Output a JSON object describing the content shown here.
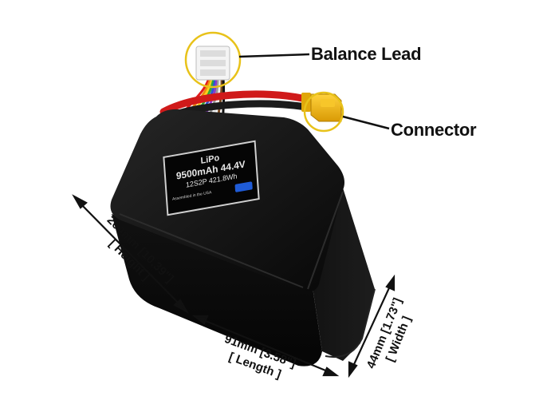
{
  "callouts": {
    "balance_lead": "Balance Lead",
    "connector": "Connector"
  },
  "label": {
    "chemistry": "LiPo",
    "capacity_voltage": "9500mAh 44.4V",
    "config_energy": "12S2P 421.8Wh",
    "assembled": "Assembled in the USA"
  },
  "dimensions": {
    "height": {
      "value": "264mm [10.39\"]",
      "name": "[ Height ]"
    },
    "length": {
      "value": "91mm [3.58\"]",
      "name": "[ Length ]"
    },
    "width": {
      "value": "44mm [1.73\"]",
      "name": "[ Width ]"
    }
  },
  "colors": {
    "battery_body": "#0a0a0a",
    "battery_edge": "#2a2a2a",
    "wire_red": "#d01a1a",
    "connector_yellow": "#f2b50c",
    "callout_ring": "#e8c21a",
    "text": "#111111"
  }
}
